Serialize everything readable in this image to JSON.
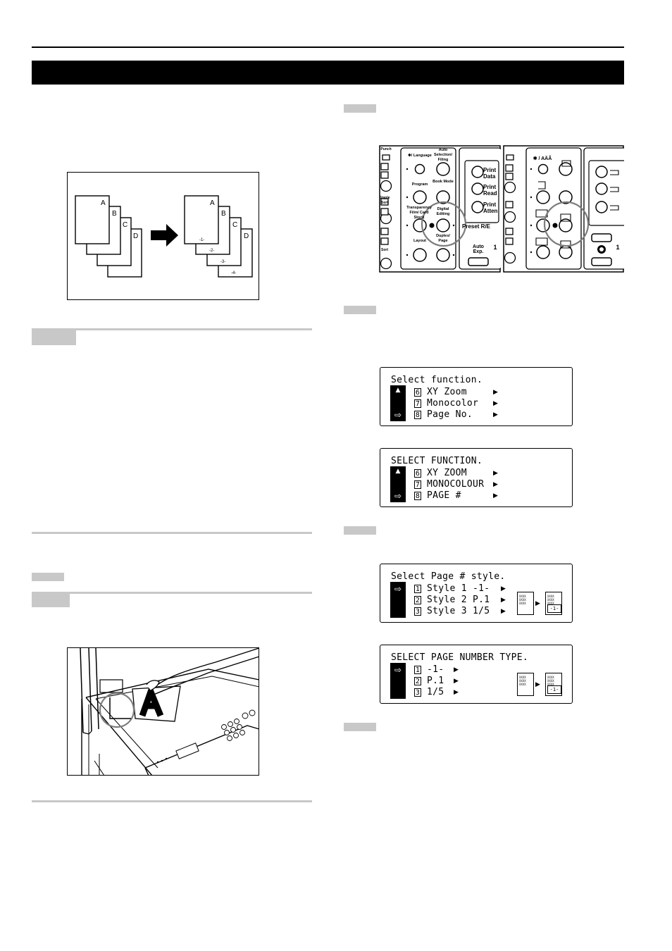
{
  "page_illustration": {
    "sheets_before": [
      "A",
      "B",
      "C",
      "D"
    ],
    "sheets_after": [
      "A",
      "B",
      "C",
      "D"
    ],
    "page_numbers": [
      "-1-",
      "-2-",
      "-3-",
      "-4-"
    ]
  },
  "panel_left": {
    "punch": "Punch",
    "staple_sort": "Staple Sort",
    "sort": "Sort",
    "language": "✱/ Language",
    "auto_selection": "Auto Selection/ Filing",
    "program": "Program",
    "book_mode": "Book Mode",
    "transparency": "Transparency Film/ Card Stock",
    "digital_editing": "Digital Editing",
    "layout": "Layout",
    "duplex_page": "Duplex/ Page",
    "print_data": "Print Data",
    "print_ready": "Print Read",
    "print_attention": "Print Atten",
    "preset": "Preset R/E",
    "auto_exp": "Auto Exp.",
    "digit": "1"
  },
  "panel_right": {
    "language_symbol": "✱ / AÄÂ",
    "digit": "1"
  },
  "lcd_inch": {
    "title": "Select function.",
    "items": [
      {
        "num": "6",
        "label": "XY Zoom"
      },
      {
        "num": "7",
        "label": "Monocolor"
      },
      {
        "num": "8",
        "label": "Page No."
      }
    ]
  },
  "lcd_metric": {
    "title": "SELECT FUNCTION.",
    "items": [
      {
        "num": "6",
        "label": "XY ZOOM"
      },
      {
        "num": "7",
        "label": "MONOCOLOUR"
      },
      {
        "num": "8",
        "label": "PAGE #"
      }
    ]
  },
  "lcd_style_inch": {
    "title": "Select Page # style.",
    "items": [
      {
        "num": "1",
        "label": "Style 1 -1-"
      },
      {
        "num": "2",
        "label": "Style 2 P.1"
      },
      {
        "num": "3",
        "label": "Style 3 1/5"
      }
    ],
    "thumb_text": "XXXX XXXX XXXX",
    "thumb_result": "-1-"
  },
  "lcd_style_metric": {
    "title": "SELECT PAGE NUMBER TYPE.",
    "items": [
      {
        "num": "1",
        "label": "-1-"
      },
      {
        "num": "2",
        "label": "P.1"
      },
      {
        "num": "3",
        "label": "1/5"
      }
    ],
    "thumb_text": "XXXX XXXX XXXX",
    "thumb_result": "-1-"
  },
  "colors": {
    "ink": "#000000",
    "rule_gray": "#c8c8c8",
    "paper": "#ffffff"
  }
}
